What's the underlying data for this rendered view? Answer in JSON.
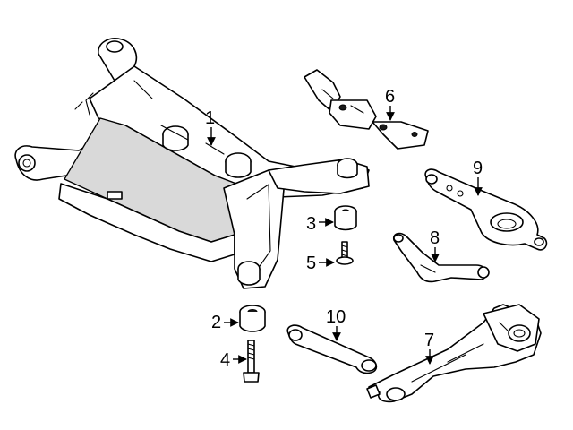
{
  "callouts": [
    {
      "id": "subframe",
      "number": "1"
    },
    {
      "id": "lower-bushing",
      "number": "2"
    },
    {
      "id": "upper-bushing",
      "number": "3"
    },
    {
      "id": "long-bolt",
      "number": "4"
    },
    {
      "id": "short-bolt",
      "number": "5"
    },
    {
      "id": "bracket",
      "number": "6"
    },
    {
      "id": "trailing-arm",
      "number": "7"
    },
    {
      "id": "upper-control-arm",
      "number": "8"
    },
    {
      "id": "lower-control-arm",
      "number": "9"
    },
    {
      "id": "lateral-link",
      "number": "10"
    }
  ]
}
